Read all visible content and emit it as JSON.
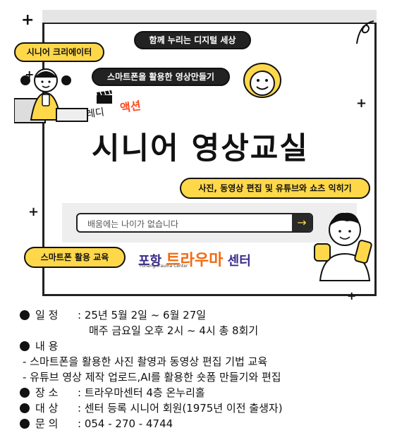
{
  "poster": {
    "top_pill": "함께 누리는 디지털 세상",
    "sub_pill": "스마트폰을 활용한 영상만들기",
    "creator_pill": "시니어 크리에이터",
    "ready": "레디",
    "action": "액션",
    "title": "시니어 영상교실",
    "feature_pill": "사진, 동영상 편집 및 유튜브와 쇼츠 익히기",
    "search_text": "배움에는 나이가 없습니다",
    "edu_pill": "스마트폰 활용 교육",
    "logo_a": "포항",
    "logo_b": "트라우마",
    "logo_c": "센터",
    "logo_sub": "Pohang Trauma Center",
    "search_arrow": "→"
  },
  "info": {
    "schedule_label": "일 정",
    "schedule_value": ": 25년 5월  2일 ~ 6월 27일",
    "schedule_value2": "매주 금요일 오후 2시 ~ 4시  총 8회기",
    "content_label": "내 용",
    "content_1": "- 스마트폰을 활용한 사진 촬영과 동영상 편집 기법 교육",
    "content_2": "- 유튜브 영상 제작 업로드,AI를 활용한 숏폼 만들기와 편집",
    "place_label": "장 소",
    "place_value": ":  트라우마센터 4층 온누리홀",
    "target_label": "대 상",
    "target_value": ":  센터 등록 시니어 회원(1975년 이전 출생자)",
    "contact_label": "문 의",
    "contact_value": ":  054 - 270 - 4744"
  },
  "colors": {
    "accent_yellow": "#ffd84a",
    "accent_orange": "#ff4a1f",
    "logo_purple": "#3a2a8a",
    "dark": "#222222"
  }
}
